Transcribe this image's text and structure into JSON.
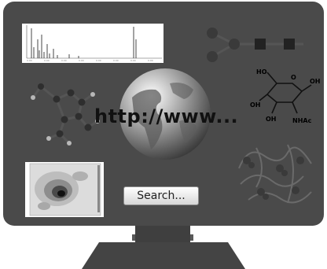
{
  "browser": {
    "url_text": "http://www...",
    "search_label": "Search..."
  },
  "sugar": {
    "oh_top": "OH",
    "oh_mid": "OH",
    "oh_low": "OH",
    "oh_left": "HO",
    "nhac": "NHAc",
    "ring_o": "O"
  },
  "colors": {
    "frame": "#4a4a4a",
    "screen": "#f2f2f2",
    "text": "#111111"
  }
}
